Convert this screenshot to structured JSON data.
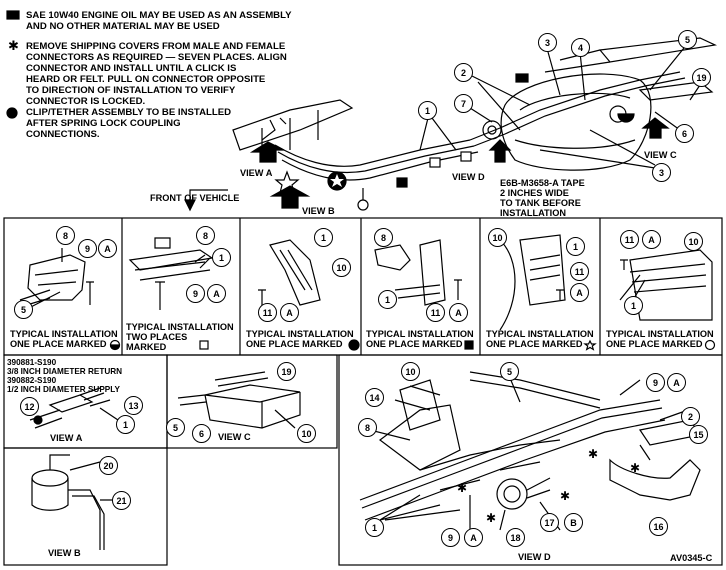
{
  "notes": {
    "oil": "SAE 10W40 ENGINE OIL MAY BE USED AS AN ASSEMBLY\nAND NO OTHER MATERIAL MAY BE USED",
    "covers": "REMOVE SHIPPING COVERS FROM MALE AND FEMALE\nCONNECTORS AS REQUIRED — SEVEN PLACES. ALIGN\nCONNECTOR AND INSTALL UNTIL A CLICK IS\nHEARD OR FELT. PULL ON CONNECTOR OPPOSITE\nTO DIRECTION OF INSTALLATION TO VERIFY\nCONNECTOR IS LOCKED.",
    "clip": "CLIP/TETHER ASSEMBLY TO BE INSTALLED\nAFTER SPRING LOCK COUPLING\nCONNECTIONS.",
    "star_symbol": "✱"
  },
  "main": {
    "front_of_vehicle": "FRONT OF VEHICLE",
    "view_a": "VIEW A",
    "view_b": "VIEW B",
    "view_c": "VIEW C",
    "view_d": "VIEW D",
    "tape": "E6B-M3658-A TAPE\n2 INCHES WIDE\nTO TANK BEFORE\nINSTALLATION"
  },
  "panels": {
    "p1": "TYPICAL INSTALLATION\nONE PLACE MARKED",
    "p2": "TYPICAL INSTALLATION\nTWO PLACES\nMARKED",
    "p3": "TYPICAL INSTALLATION\nONE PLACE MARKED",
    "p4": "TYPICAL INSTALLATION\nONE PLACE MARKED",
    "p5": "TYPICAL INSTALLATION\nONE PLACE MARKED",
    "p6": "TYPICAL INSTALLATION\nONE PLACE MARKED"
  },
  "view_a_box": {
    "part1": "390881-S190",
    "desc1": "3/8 INCH DIAMETER RETURN",
    "part2": "390882-S190",
    "desc2": "1/2 INCH DIAMETER SUPPLY",
    "title": "VIEW A"
  },
  "view_b_box": {
    "title": "VIEW B"
  },
  "view_c_box": {
    "title": "VIEW C"
  },
  "view_d_box": {
    "title": "VIEW D"
  },
  "figure_code": "AV0345-C",
  "callouts": {
    "n1": "1",
    "n2": "2",
    "n3": "3",
    "n4": "4",
    "n5": "5",
    "n6": "6",
    "n7": "7",
    "n8": "8",
    "n9": "9",
    "n10": "10",
    "n11": "11",
    "n12": "12",
    "n13": "13",
    "n14": "14",
    "n15": "15",
    "n16": "16",
    "n17": "17",
    "n18": "18",
    "n19": "19",
    "n20": "20",
    "n21": "21",
    "a": "A",
    "b": "B"
  }
}
